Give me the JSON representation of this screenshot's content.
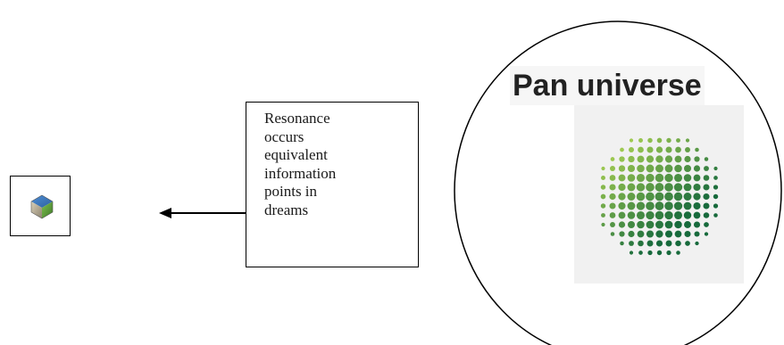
{
  "diagram": {
    "text_box": {
      "lines": [
        "Resonance",
        "occurs",
        "equivalent",
        "information",
        "points in",
        "dreams"
      ]
    },
    "universe": {
      "title": "Pan universe"
    },
    "colors": {
      "line": "#000000",
      "sphere_light": "#a6cf52",
      "sphere_dark": "#176a3c",
      "panel_bg": "#f1f1f1"
    },
    "icons": {
      "left_box": "cube-image-icon",
      "right_panel": "dotted-sphere-icon"
    }
  }
}
